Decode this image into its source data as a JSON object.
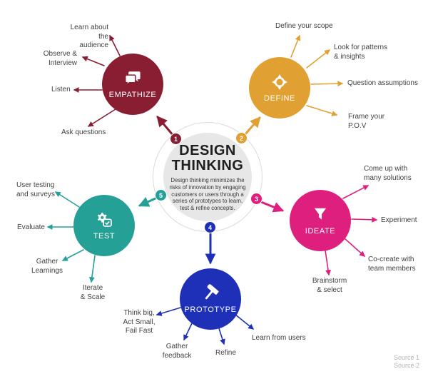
{
  "title": {
    "line1": "DESIGN",
    "line2": "THINKING"
  },
  "description": "Design thinking minimizes the\nrisks of innovation by engaging\ncustomers or users through a\nseries of prototypes to learn,\ntest & refine concepts.",
  "colors": {
    "empathize": "#891E33",
    "define": "#E0A132",
    "ideate": "#DE1F7E",
    "prototype": "#1E2FB8",
    "test": "#25A096",
    "center_circle": "#e7e7e7",
    "ring_border": "#dbdbdb",
    "label_text": "#414141",
    "source_text": "#b3b3b3"
  },
  "nodes": [
    {
      "name": "EMPATHIZE",
      "number": "1",
      "color": "#891E33",
      "icon": "chat-bubbles-icon",
      "satellites": [
        {
          "text": "Learn about the\naudience"
        },
        {
          "text": "Observe &\nInterview"
        },
        {
          "text": "Listen"
        },
        {
          "text": "Ask questions"
        }
      ]
    },
    {
      "name": "DEFINE",
      "number": "2",
      "color": "#E0A132",
      "icon": "target-icon",
      "satellites": [
        {
          "text": "Define your scope"
        },
        {
          "text": "Look for patterns\n& insights"
        },
        {
          "text": "Question assumptions"
        },
        {
          "text": "Frame your\nP.O.V"
        }
      ]
    },
    {
      "name": "IDEATE",
      "number": "3",
      "color": "#DE1F7E",
      "icon": "funnel-icon",
      "satellites": [
        {
          "text": "Come up with\nmany solutions"
        },
        {
          "text": "Experiment"
        },
        {
          "text": "Co-create with\nteam members"
        },
        {
          "text": "Brainstorm\n& select"
        }
      ]
    },
    {
      "name": "PROTOTYPE",
      "number": "4",
      "color": "#1E2FB8",
      "icon": "hammer-icon",
      "satellites": [
        {
          "text": "Think big,\nAct Small,\nFail Fast"
        },
        {
          "text": "Gather\nfeedback"
        },
        {
          "text": "Refine"
        },
        {
          "text": "Learn from users"
        }
      ]
    },
    {
      "name": "TEST",
      "number": "5",
      "color": "#25A096",
      "icon": "gear-check-icon",
      "satellites": [
        {
          "text": "User testing\nand surveys"
        },
        {
          "text": "Evaluate"
        },
        {
          "text": "Gather\nLearnings"
        },
        {
          "text": "Iterate\n& Scale"
        }
      ]
    }
  ],
  "sources": [
    "Source 1",
    "Source 2"
  ]
}
